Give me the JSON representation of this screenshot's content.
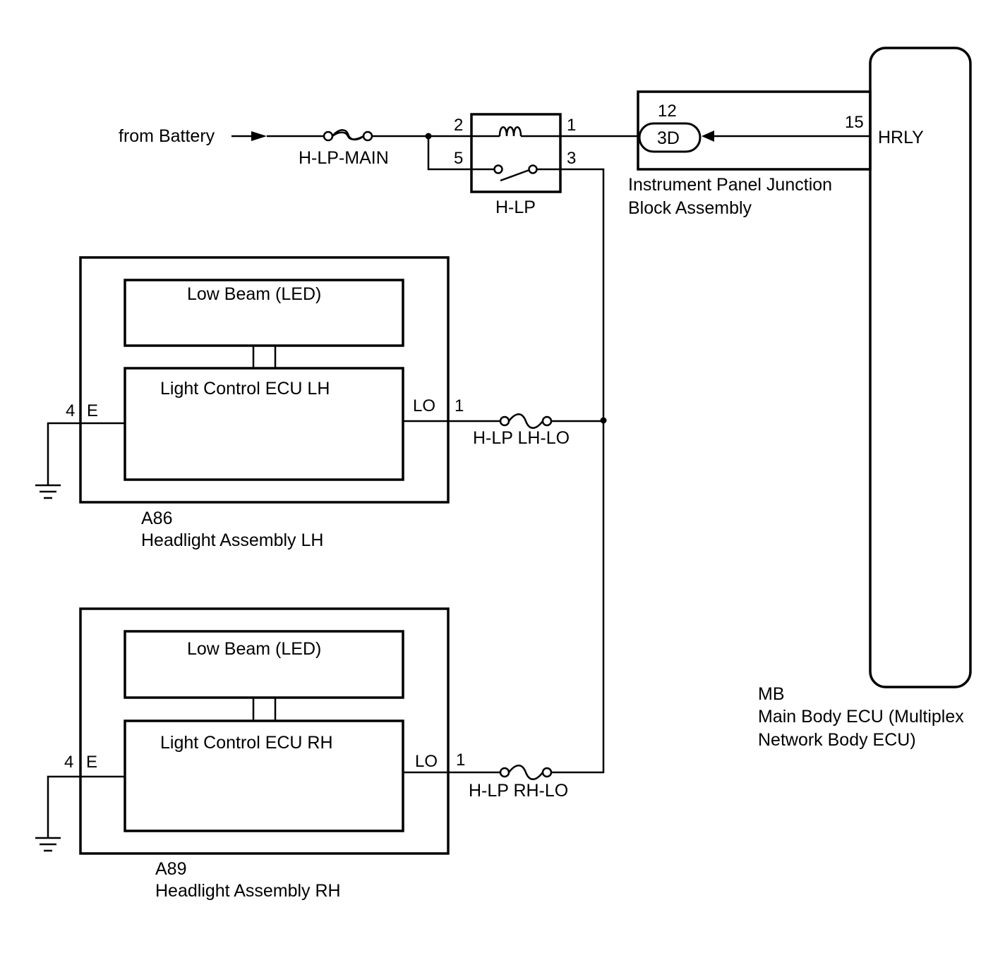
{
  "battery": {
    "label": "from Battery"
  },
  "fuses": {
    "main": "H-LP-MAIN",
    "lh_lo": "H-LP LH-LO",
    "rh_lo": "H-LP RH-LO"
  },
  "relay": {
    "name": "H-LP",
    "pins": {
      "p1": "1",
      "p2": "2",
      "p3": "3",
      "p5": "5"
    }
  },
  "junction_block": {
    "label_line1": "Instrument Panel Junction",
    "label_line2": "Block Assembly",
    "connector": "3D",
    "pin": "12"
  },
  "main_body_ecu": {
    "code": "MB",
    "name_line1": "Main Body ECU (Multiplex",
    "name_line2": "Network Body ECU)",
    "pin": "15",
    "terminal": "HRLY"
  },
  "headlight_lh": {
    "code": "A86",
    "name": "Headlight Assembly LH",
    "low_beam": "Low Beam (LED)",
    "ecu": "Light Control ECU LH",
    "ground_pin": "4",
    "ground_terminal": "E",
    "lo_terminal": "LO",
    "lo_pin": "1"
  },
  "headlight_rh": {
    "code": "A89",
    "name": "Headlight Assembly RH",
    "low_beam": "Low Beam (LED)",
    "ecu": "Light Control ECU RH",
    "ground_pin": "4",
    "ground_terminal": "E",
    "lo_terminal": "LO",
    "lo_pin": "1"
  }
}
